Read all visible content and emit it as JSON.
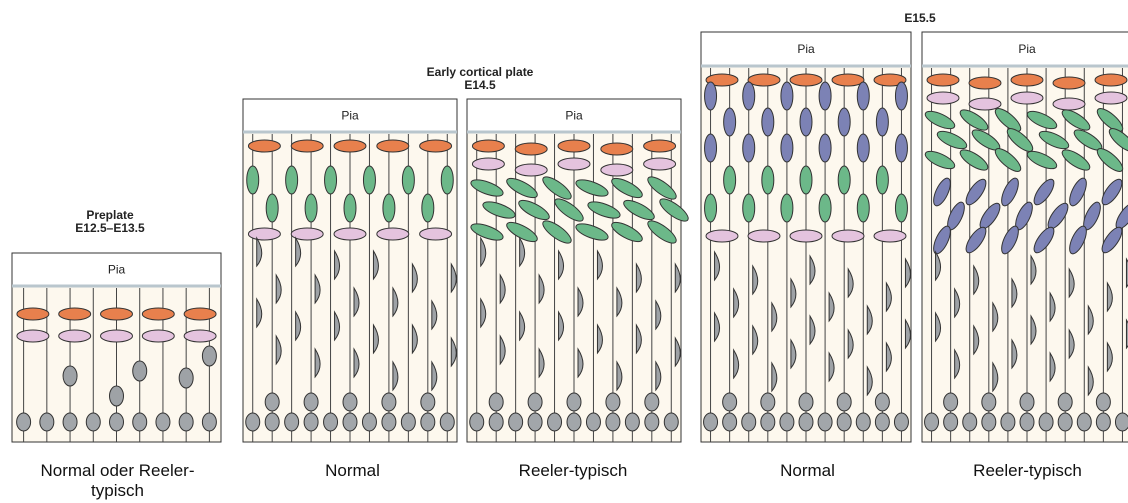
{
  "stages": {
    "preplate": {
      "title_line1": "Preplate",
      "title_line2": "E12.5–E13.5"
    },
    "early": {
      "title_line1": "Early cortical plate",
      "title_line2": "E14.5"
    },
    "e155": {
      "title_line1": "E15.5"
    }
  },
  "panels": [
    {
      "pia_label": "Pia",
      "caption": "Normal oder Reeler-typisch"
    },
    {
      "pia_label": "Pia",
      "caption": "Normal"
    },
    {
      "pia_label": "Pia",
      "caption": "Reeler-typisch"
    },
    {
      "pia_label": "Pia",
      "caption": "Normal"
    },
    {
      "pia_label": "Pia",
      "caption": "Reeler-typisch"
    }
  ],
  "colors": {
    "background": "#fdf8ee",
    "pia_line": "#b9c6cd",
    "radial_fiber": "#444444",
    "cajal_retzius_neuron": "#e8804d",
    "subplate_neuron": "#e4c3de",
    "cortical_plate_neuron_early": "#6cb889",
    "cortical_plate_neuron_late": "#7c82b5",
    "migrating_neuron": "#9ea2a6",
    "progenitor_cell": "#a2a6aa"
  }
}
